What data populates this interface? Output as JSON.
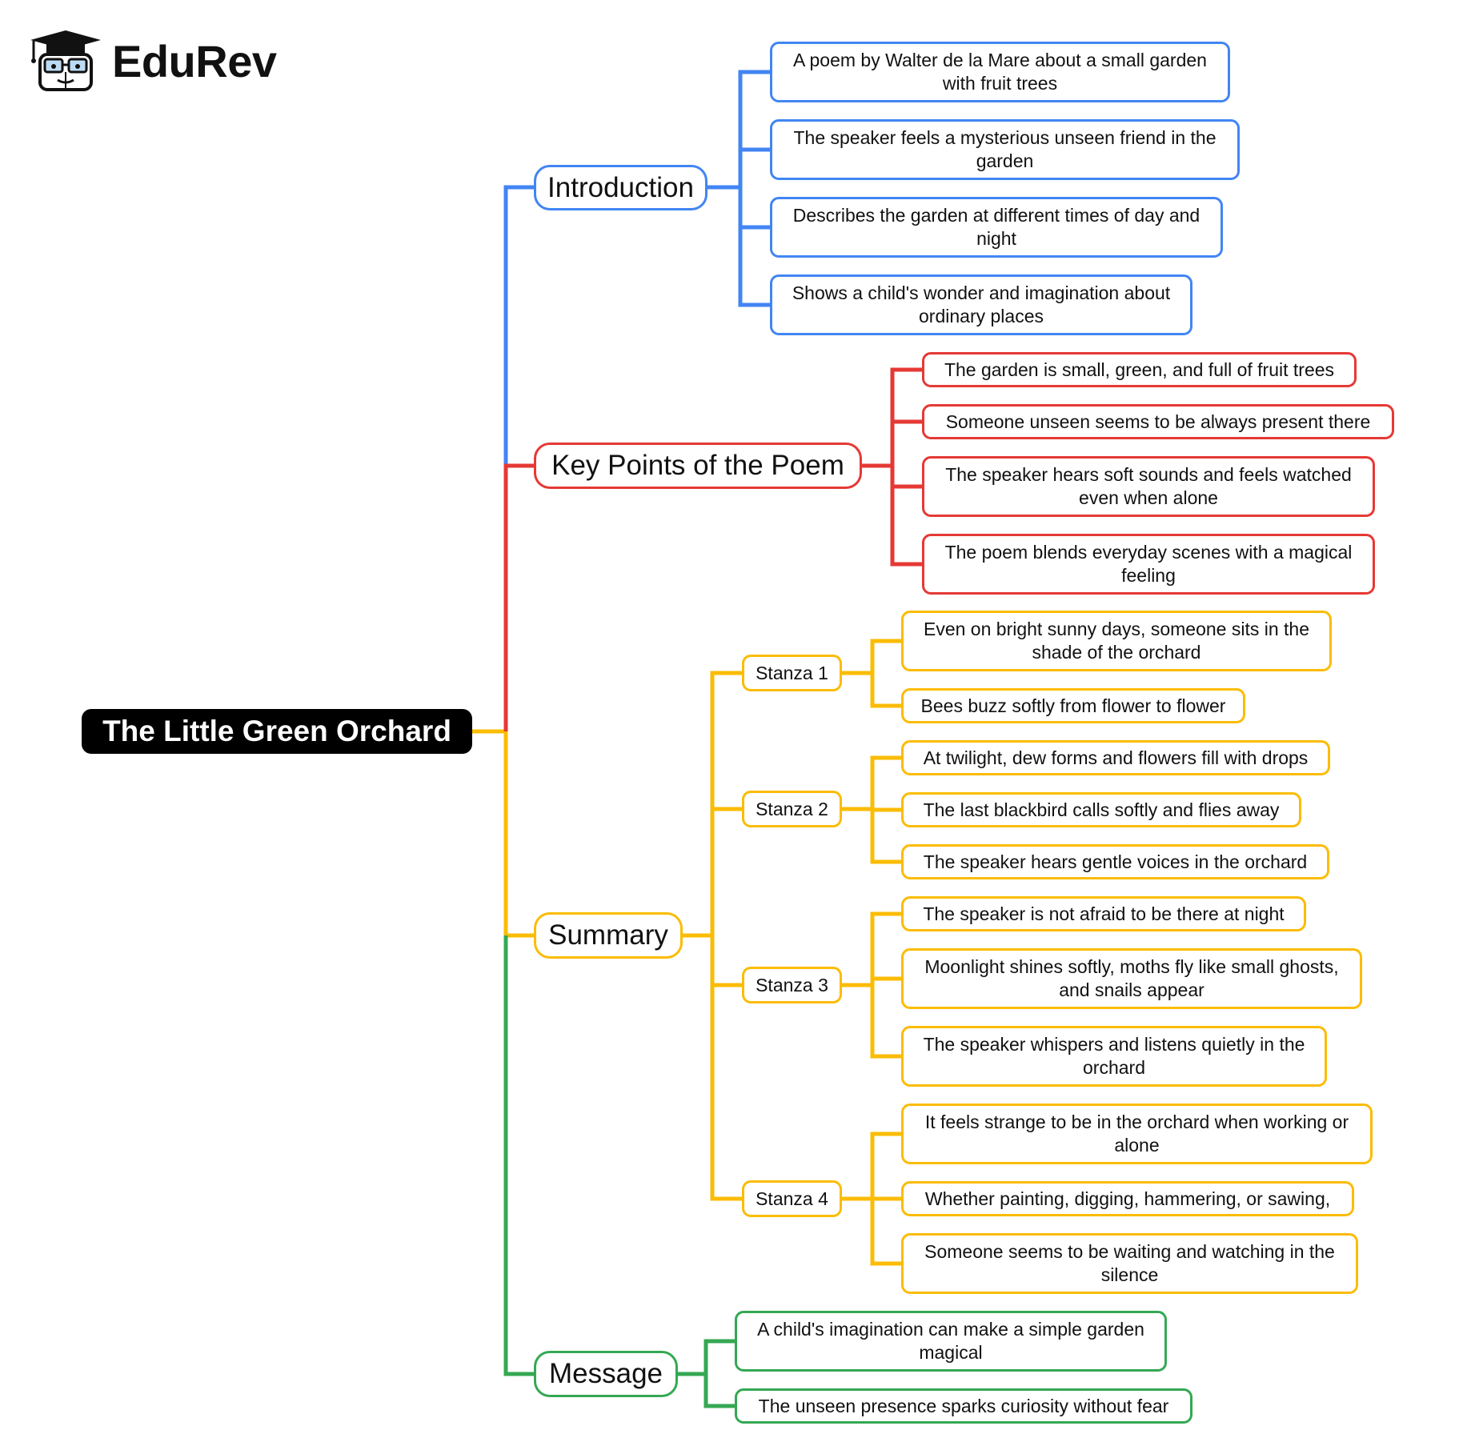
{
  "brand": {
    "name": "EduRev"
  },
  "colors": {
    "root": "#000000",
    "introduction": "#4285f4",
    "key_points": "#e53935",
    "summary": "#fbbc05",
    "message": "#34a853"
  },
  "mindmap": {
    "root": "The Little Green Orchard",
    "introduction": {
      "label": "Introduction",
      "items": [
        "A poem by Walter de la Mare about a small garden with fruit trees",
        "The speaker feels a mysterious unseen friend in the garden",
        "Describes the garden at different times of day and night",
        "Shows a child's wonder and imagination about ordinary places"
      ]
    },
    "key_points": {
      "label": "Key Points of the Poem",
      "items": [
        "The garden is small, green, and full of fruit trees",
        "Someone unseen seems to be always present there",
        "The speaker hears soft sounds and feels watched even when alone",
        "The poem blends everyday scenes with a magical feeling"
      ]
    },
    "summary": {
      "label": "Summary",
      "stanzas": [
        {
          "label": "Stanza 1",
          "items": [
            "Even on bright sunny days, someone sits in the shade of the orchard",
            "Bees buzz softly from flower to flower"
          ]
        },
        {
          "label": "Stanza 2",
          "items": [
            "At twilight, dew forms and flowers fill with drops",
            "The last blackbird calls softly and flies away",
            "The speaker hears gentle voices in the orchard"
          ]
        },
        {
          "label": "Stanza 3",
          "items": [
            "The speaker is not afraid to be there at night",
            "Moonlight shines softly, moths fly like small ghosts, and snails appear",
            "The speaker whispers and listens quietly in the orchard"
          ]
        },
        {
          "label": "Stanza 4",
          "items": [
            "It feels strange to be in the orchard when working or alone",
            "Whether painting, digging, hammering, or sawing,",
            "Someone seems to be waiting and watching in the silence"
          ]
        }
      ]
    },
    "message": {
      "label": "Message",
      "items": [
        "A child's imagination can make a simple garden magical",
        "The unseen presence sparks curiosity without fear"
      ]
    }
  }
}
